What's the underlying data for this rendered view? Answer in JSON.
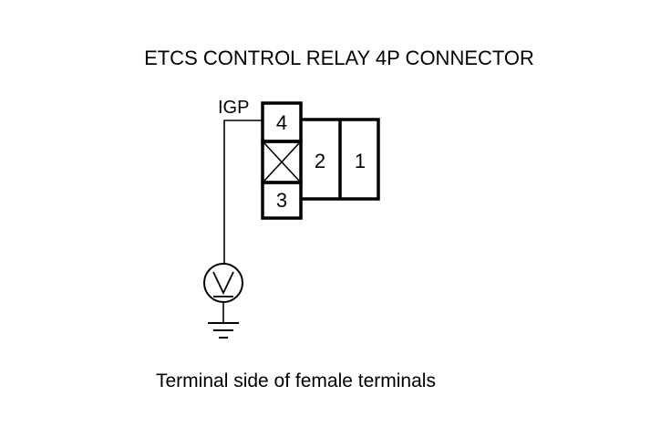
{
  "title": "ETCS CONTROL RELAY 4P CONNECTOR",
  "caption": "Terminal side of female terminals",
  "wire_label": "IGP",
  "terminals": {
    "t1": "1",
    "t2": "2",
    "t3": "3",
    "t4": "4"
  },
  "meter": {
    "symbol": "V",
    "icon": "voltmeter-icon"
  },
  "ground_icon": "ground-icon",
  "colors": {
    "ink": "#000000",
    "background": "#ffffff"
  }
}
